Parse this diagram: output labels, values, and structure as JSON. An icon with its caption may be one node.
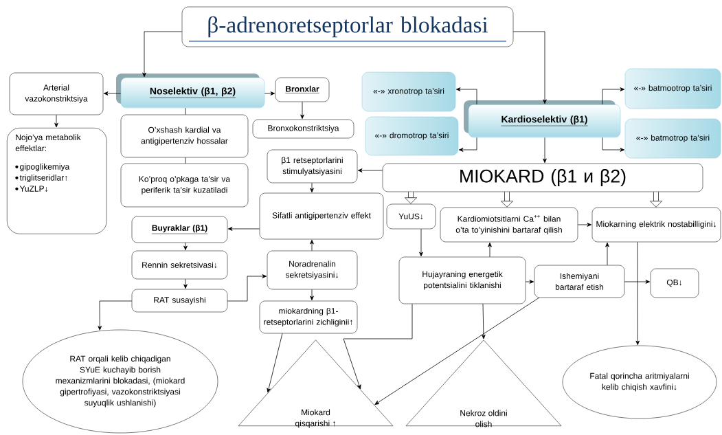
{
  "diagram": {
    "nodes": [
      {
        "text": [
          "β-adrenoretseptorlar blokadasi"
        ]
      },
      {
        "text": [
          "Noselektiv (β1, β2)"
        ]
      },
      {
        "text": [
          "Arterial vazokonstriktsiya"
        ]
      },
      {
        "text": [
          "Nojo’ya metabolik effektlar:",
          "gipoglikemiya",
          "triglitseridlar↑",
          "YuZLP↓"
        ]
      },
      {
        "text": [
          "Bronxlar"
        ]
      },
      {
        "text": [
          "Bronxokonstriktsiya"
        ]
      },
      {
        "text": [
          "O’xshash kardial va antigipertenziv hossalar"
        ]
      },
      {
        "text": [
          "Ko’proq o’pkaga ta’sir  va periferik ta’sir kuzatiladi"
        ]
      },
      {
        "text": [
          "«-» xronotrop ta’siri"
        ]
      },
      {
        "text": [
          "«-» dromotrop ta’siri"
        ]
      },
      {
        "text": [
          "Kardioselektiv (β1)"
        ]
      },
      {
        "text": [
          "«-» batmootrop ta’siri"
        ]
      },
      {
        "text": [
          "«-» batmotrop ta’siri"
        ]
      },
      {
        "text": [
          "β1 retseptorlarini stimulyatsiyasini"
        ]
      },
      {
        "text": [
          "MIOKARD (β1 и β2)"
        ]
      },
      {
        "text": [
          "Sifatli antigipertenziv effekt"
        ]
      },
      {
        "text": [
          "Buyraklar (β1)"
        ]
      },
      {
        "text": [
          "Rennin sekretsivasi↓"
        ]
      },
      {
        "text": [
          "RAT susayishi"
        ]
      },
      {
        "text": [
          "Noradrenalin sekretsiyasini↓"
        ]
      },
      {
        "text": [
          "miokardning β1-retseptorlarini zichliginii↑"
        ]
      },
      {
        "text": [
          "RAT orqali kelib chiqadigan SYuE kuchayib borish mexanizmlarini blokadasi, (miokard gipertrofiyasi, vazokonstriktsiyasi suyuqlik ushlanishi)"
        ]
      },
      {
        "text": [
          "YuUS↓"
        ]
      },
      {
        "text": [
          "Kardiomiotsitlarni Ca$^{++}$ bilan o’ta to’yinishini bartaraf qilish"
        ]
      },
      {
        "text": [
          "Miokarning elektrik nostabilligini↓"
        ]
      },
      {
        "text": [
          "Hujayraning energetik potentsialini tiklanishi"
        ]
      },
      {
        "text": [
          "Ishemiyani bartaraf etish"
        ]
      },
      {
        "text": [
          "QB↓"
        ]
      },
      {
        "text": [
          "Miokard qisqarishi ↑"
        ]
      },
      {
        "text": [
          "Nekroz oldini olish"
        ]
      },
      {
        "text": [
          "Fatal qorincha aritmiyalarni kelib chiqish xavfini↓"
        ]
      }
    ],
    "edges": [
      {
        "from": 0,
        "to": 1,
        "arrow": "to"
      },
      {
        "from": 0,
        "to": 10,
        "arrow": "to"
      },
      {
        "from": 1,
        "to": 2,
        "arrow": "to"
      },
      {
        "from": 1,
        "to": 4,
        "arrow": "to"
      },
      {
        "from": 1,
        "to": 6,
        "arrow": "none"
      },
      {
        "from": 6,
        "to": 7,
        "arrow": "none"
      },
      {
        "from": 2,
        "to": 3,
        "arrow": "to"
      },
      {
        "from": 4,
        "to": 5,
        "arrow": "to"
      },
      {
        "from": 10,
        "to": 8,
        "arrow": "to"
      },
      {
        "from": 10,
        "to": 9,
        "arrow": "to"
      },
      {
        "from": 10,
        "to": 11,
        "arrow": "to"
      },
      {
        "from": 10,
        "to": 12,
        "arrow": "to"
      },
      {
        "from": 10,
        "to": 14,
        "arrow": "to"
      },
      {
        "from": 14,
        "to": 13,
        "arrow": "to"
      },
      {
        "from": 14,
        "to": 22,
        "arrow": "to",
        "style": "thick"
      },
      {
        "from": 14,
        "to": 23,
        "arrow": "to",
        "style": "thick"
      },
      {
        "from": 14,
        "to": 24,
        "arrow": "to",
        "style": "thick"
      },
      {
        "from": 13,
        "to": 15,
        "arrow": "to"
      },
      {
        "from": 15,
        "to": 16,
        "arrow": "to"
      },
      {
        "from": 16,
        "to": 17,
        "arrow": "to"
      },
      {
        "from": 17,
        "to": 18,
        "arrow": "to"
      },
      {
        "from": 18,
        "to": 19,
        "arrow": "to"
      },
      {
        "from": 18,
        "to": 21,
        "arrow": "to"
      },
      {
        "from": 19,
        "to": 15,
        "arrow": "to"
      },
      {
        "from": 19,
        "to": 20,
        "arrow": "to"
      },
      {
        "from": 20,
        "to": 28,
        "arrow": "to"
      },
      {
        "from": 25,
        "to": 28,
        "arrow": "to"
      },
      {
        "from": 26,
        "to": 28,
        "arrow": "to"
      },
      {
        "from": 22,
        "to": 25,
        "arrow": "to"
      },
      {
        "from": 25,
        "to": 23,
        "arrow": "to"
      },
      {
        "from": 23,
        "to": 24,
        "arrow": "to"
      },
      {
        "from": 25,
        "to": 26,
        "arrow": "to"
      },
      {
        "from": 26,
        "to": 24,
        "arrow": "to"
      },
      {
        "from": 26,
        "to": 27,
        "arrow": "to"
      },
      {
        "from": 24,
        "to": 30,
        "arrow": "to"
      },
      {
        "from": 25,
        "to": 29,
        "arrow": "to"
      }
    ]
  }
}
